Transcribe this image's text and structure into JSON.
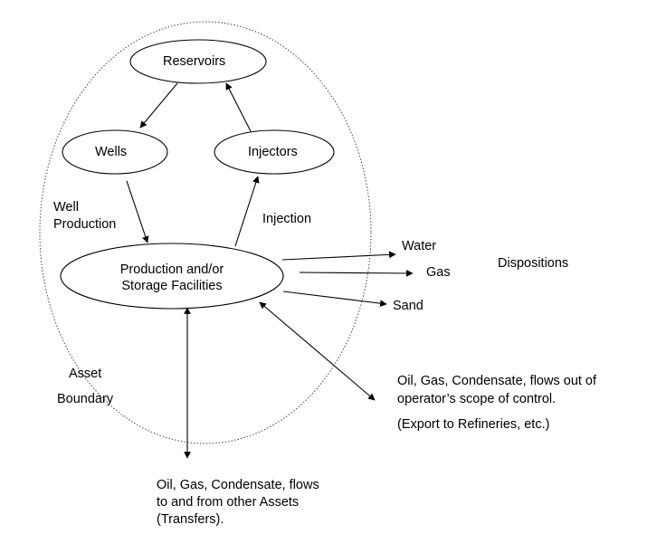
{
  "nodes": {
    "reservoirs": "Reservoirs",
    "wells": "Wells",
    "injectors": "Injectors",
    "facilities_line1": "Production and/or",
    "facilities_line2": "Storage Facilities"
  },
  "edge_labels": {
    "well_production_line1": "Well",
    "well_production_line2": "Production",
    "injection": "Injection"
  },
  "dispositions": {
    "title": "Dispositions",
    "water": "Water",
    "gas": "Gas",
    "sand": "Sand"
  },
  "boundary": {
    "line1": "Asset",
    "line2": "Boundary"
  },
  "export_note": {
    "line1": "Oil, Gas, Condensate, flows out of",
    "line2": "operator’s scope of control.",
    "line3": "(Export to Refineries, etc.)"
  },
  "transfer_note": {
    "line1": "Oil, Gas, Condensate, flows",
    "line2": "to and from other Assets",
    "line3": "(Transfers)."
  }
}
